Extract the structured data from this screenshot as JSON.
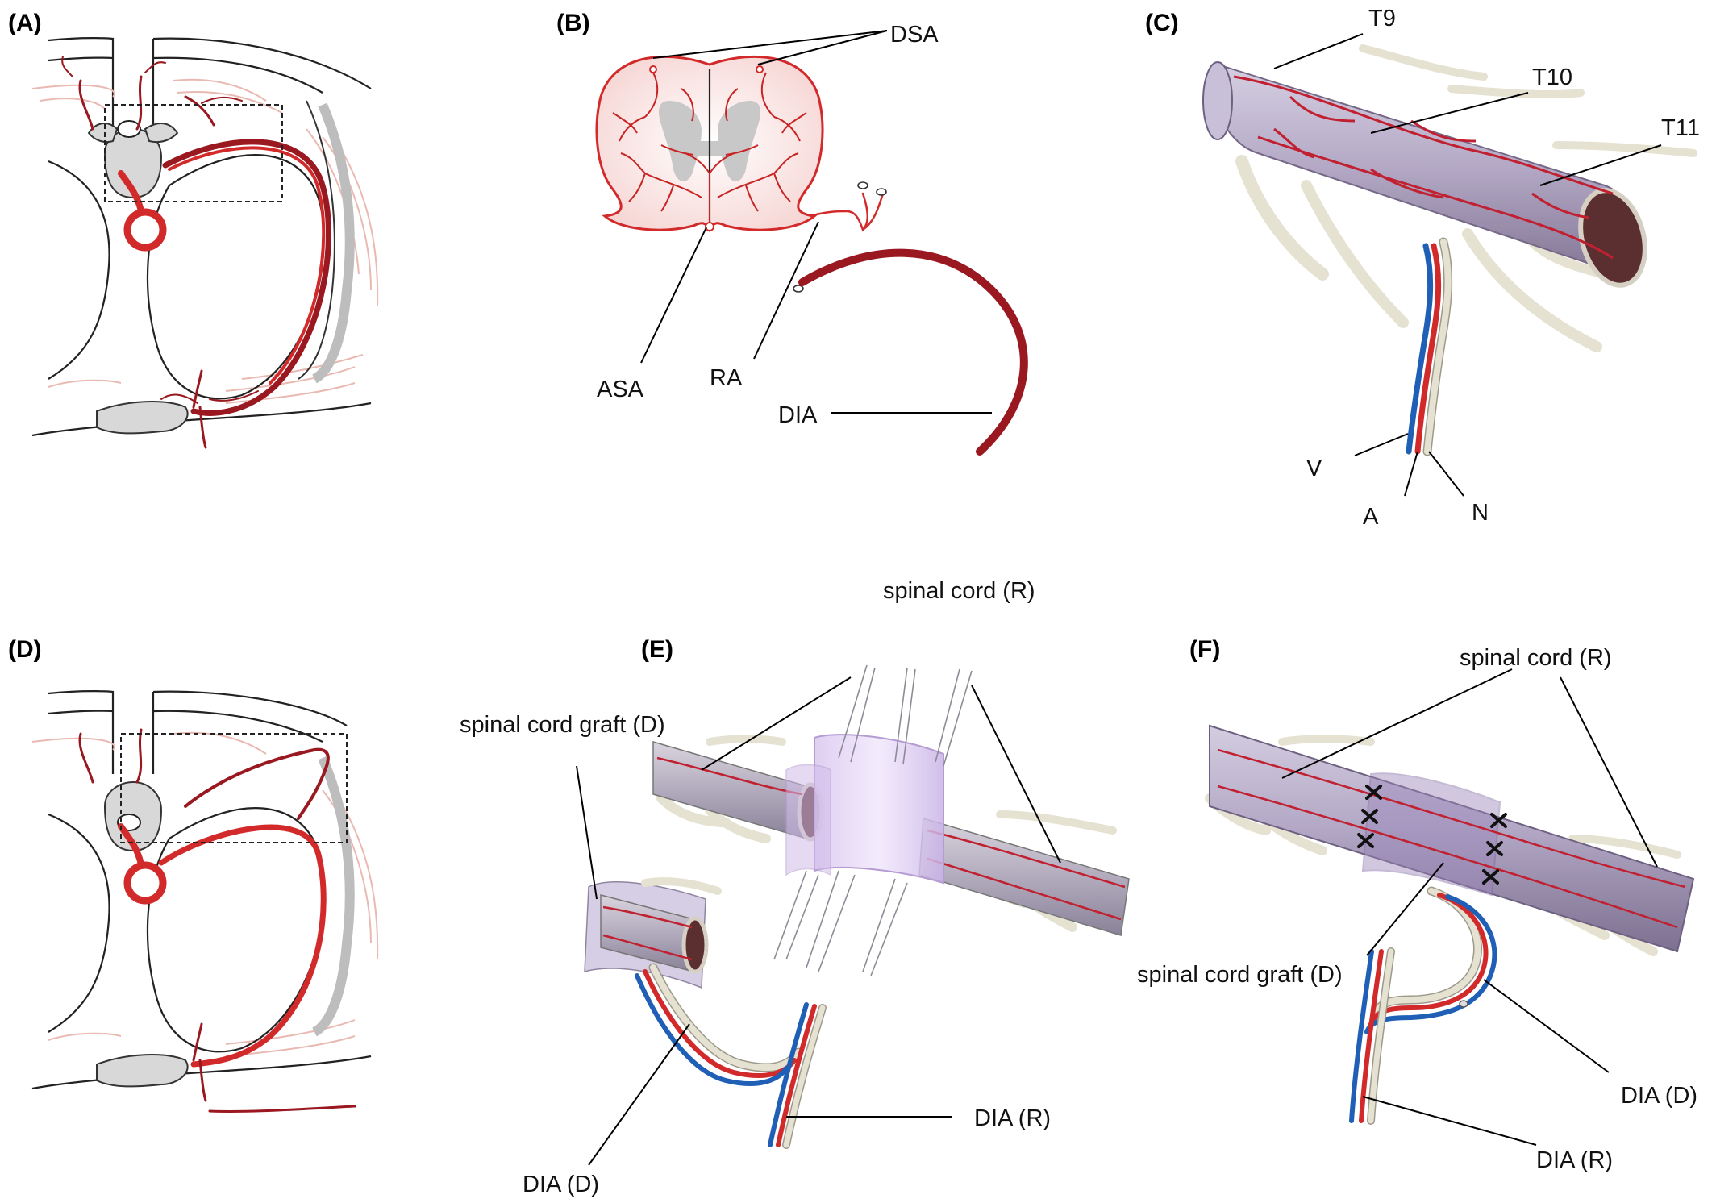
{
  "panels": {
    "A": {
      "label": "(A)"
    },
    "B": {
      "label": "(B)",
      "labels": {
        "dsa": "DSA",
        "asa": "ASA",
        "ra": "RA",
        "dia": "DIA"
      }
    },
    "C": {
      "label": "(C)",
      "labels": {
        "t9": "T9",
        "t10": "T10",
        "t11": "T11",
        "v": "V",
        "a": "A",
        "n": "N"
      }
    },
    "D": {
      "label": "(D)"
    },
    "E": {
      "label": "(E)",
      "labels": {
        "spinal_cord_r": "spinal cord (R)",
        "graft_d": "spinal cord graft (D)",
        "dia_r": "DIA (R)",
        "dia_d": "DIA (D)"
      }
    },
    "F": {
      "label": "(F)",
      "labels": {
        "spinal_cord_r": "spinal cord (R)",
        "graft_d": "spinal cord graft (D)",
        "dia_d": "DIA (D)",
        "dia_r": "DIA (R)"
      }
    }
  },
  "colors": {
    "artery": "#d22a2a",
    "artery_dark": "#9a1820",
    "vein": "#1f5fb5",
    "nerve": "#e6e2d2",
    "cord": "#a89ab8",
    "bone": "#d8d8d8",
    "muscle": "#e9b9b2"
  }
}
